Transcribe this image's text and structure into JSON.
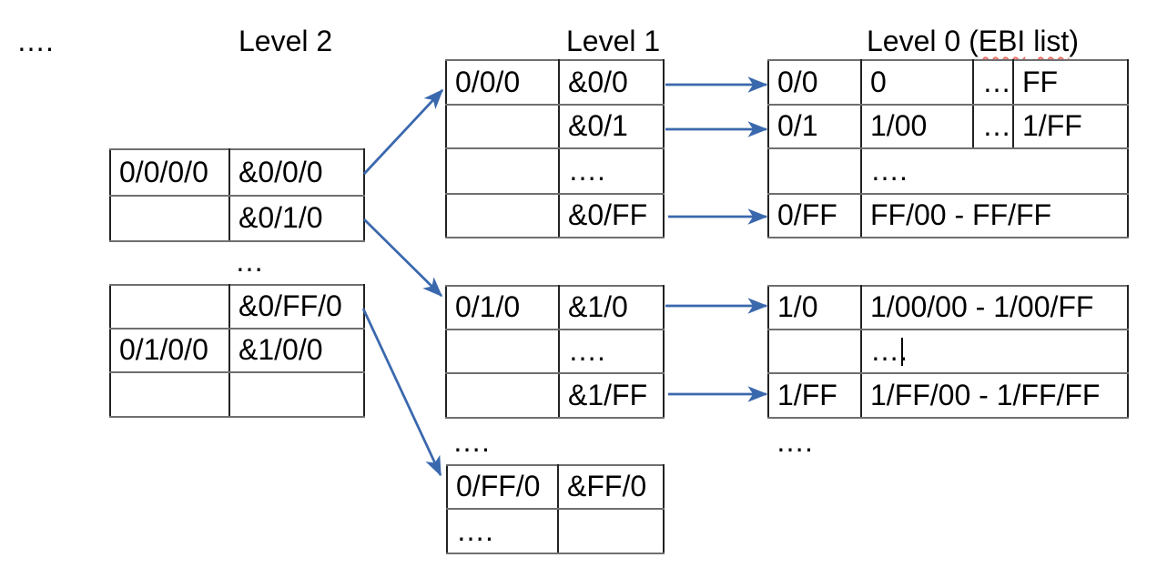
{
  "colors": {
    "arrow": "#3a68ad",
    "squiggle": "#ef6a62",
    "border_horizontal": "#6f6f6f",
    "border_vertical": "#222222",
    "text": "#000000",
    "background": "#ffffff"
  },
  "headings": {
    "top_left_dots": "….",
    "level2": "Level 2",
    "level1": "Level 1",
    "level0_prefix": "Level 0 (",
    "level0_misspelled_word_1": "EBI",
    "level0_space": " ",
    "level0_misspelled_word_2": "list",
    "level0_suffix": ")"
  },
  "decorations": {
    "dots_between_level2_tables": "…",
    "dots_above_level1_bottom_table": "….",
    "dots_below_level0_lower_table": "…."
  },
  "tables": {
    "level2_upper": {
      "rows": [
        [
          "0/0/0/0",
          "&0/0/0"
        ],
        [
          "",
          "&0/1/0"
        ]
      ]
    },
    "level2_lower": {
      "rows": [
        [
          "",
          "&0/FF/0"
        ],
        [
          "0/1/0/0",
          "&1/0/0"
        ],
        [
          "",
          ""
        ]
      ]
    },
    "level1_upper": {
      "rows": [
        [
          "0/0/0",
          "&0/0"
        ],
        [
          "",
          "&0/1"
        ],
        [
          "",
          "…."
        ],
        [
          "",
          "&0/FF"
        ]
      ]
    },
    "level1_lower": {
      "rows": [
        [
          "0/1/0",
          "&1/0"
        ],
        [
          "",
          "…."
        ],
        [
          "",
          "&1/FF"
        ]
      ]
    },
    "level1_bottom": {
      "rows": [
        [
          "0/FF/0",
          "&FF/0"
        ],
        [
          "….",
          ""
        ]
      ]
    },
    "level0_upper": {
      "rows": [
        [
          "0/0",
          "0",
          "…",
          "FF"
        ],
        [
          "0/1",
          "1/00",
          "…",
          "1/FF"
        ],
        [
          "",
          "…."
        ],
        [
          "0/FF",
          "FF/00 - FF/FF"
        ]
      ]
    },
    "level0_lower": {
      "rows": [
        [
          "1/0",
          "1/00/00 - 1/00/FF"
        ],
        [
          "",
          "…."
        ],
        [
          "1/FF",
          "1/FF/00 - 1/FF/FF"
        ]
      ]
    }
  }
}
